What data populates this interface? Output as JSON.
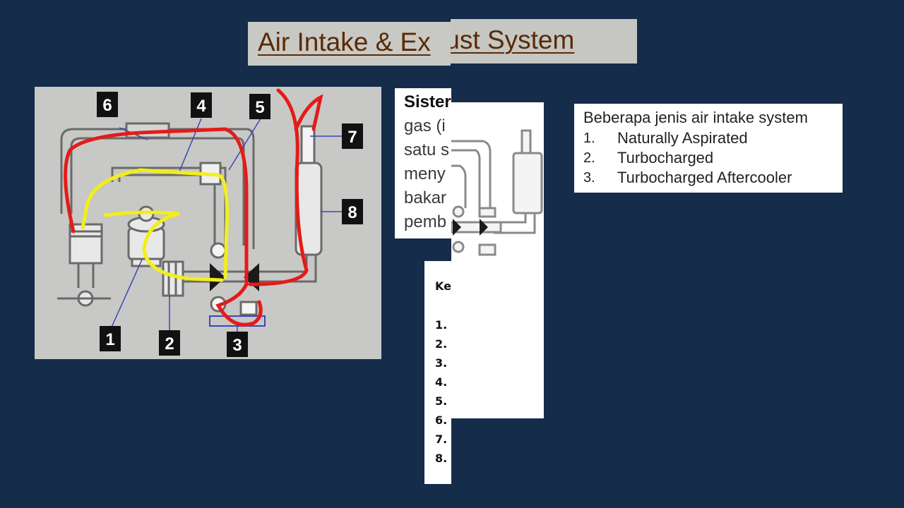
{
  "slide": {
    "title_part1": "Air Intake & Ex",
    "title_part2": "aust System",
    "title_full": "Air Intake & Exaust System"
  },
  "diagram": {
    "labels": [
      "1",
      "2",
      "3",
      "4",
      "5",
      "6",
      "7",
      "8"
    ],
    "annotation_colors": {
      "exhaust": "#e41b17",
      "intake": "#f2ee1c"
    }
  },
  "text_fragment": {
    "lines": [
      "Sister",
      "gas (i",
      "satu s",
      "meny",
      "bakar",
      "pemb"
    ]
  },
  "numbered_fragment": {
    "heading": "Ke",
    "items": [
      "1.",
      "2.",
      "3.",
      "4.",
      "5.",
      "6.",
      "7.",
      "8."
    ]
  },
  "types_box": {
    "heading": "Beberapa jenis air intake system",
    "items": [
      {
        "num": "1.",
        "label": "Naturally Aspirated"
      },
      {
        "num": "2.",
        "label": "Turbocharged"
      },
      {
        "num": "3.",
        "label": "Turbocharged Aftercooler"
      }
    ]
  }
}
